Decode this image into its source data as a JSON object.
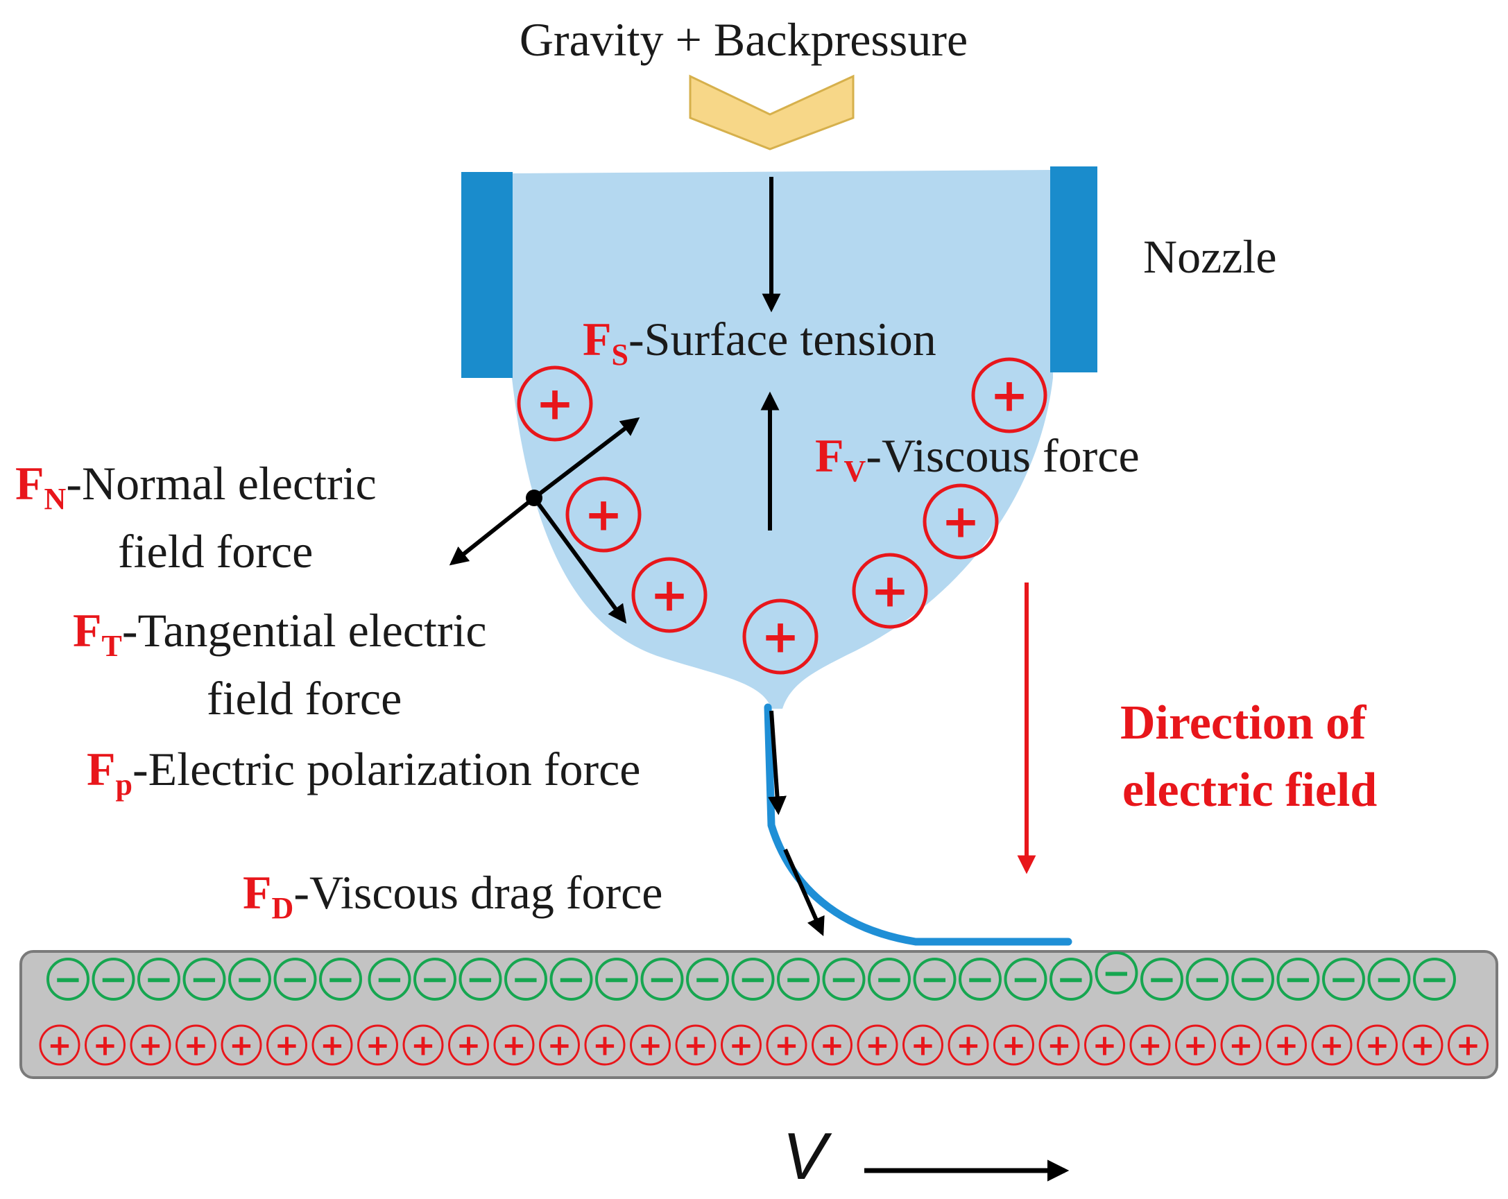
{
  "top_label": "Gravity + Backpressure",
  "nozzle_label": "Nozzle",
  "forces": {
    "surface": {
      "symbol": "F",
      "sub": "S",
      "text": "-Surface tension"
    },
    "viscous": {
      "symbol": "F",
      "sub": "V",
      "text": "-Viscous force"
    },
    "normal": {
      "symbol": "F",
      "sub": "N",
      "text": "-Normal electric",
      "text2": "field force"
    },
    "tangential": {
      "symbol": "F",
      "sub": "T",
      "text": "-Tangential electric",
      "text2": "field force"
    },
    "polarization": {
      "symbol": "F",
      "sub": "p",
      "text": "-Electric polarization force"
    },
    "drag": {
      "symbol": "F",
      "sub": "D",
      "text": "-Viscous drag force"
    }
  },
  "field_direction": {
    "line1": "Direction of",
    "line2": "electric field"
  },
  "velocity_label": "V",
  "charge_signs": {
    "plus": "+",
    "minus": "−"
  },
  "substrate": {
    "minus_count": 31,
    "plus_count": 32
  },
  "colors": {
    "liquid": "#b4d8f0",
    "nozzle": "#1a8ccc",
    "jet": "#1f8fd6",
    "chevron": "#f7d788",
    "chevron_stroke": "#d6b04c",
    "positive": "#e8161b",
    "negative": "#16a650",
    "substrate": "#c3c3c3",
    "substrate_stroke": "#7a7a7a"
  }
}
